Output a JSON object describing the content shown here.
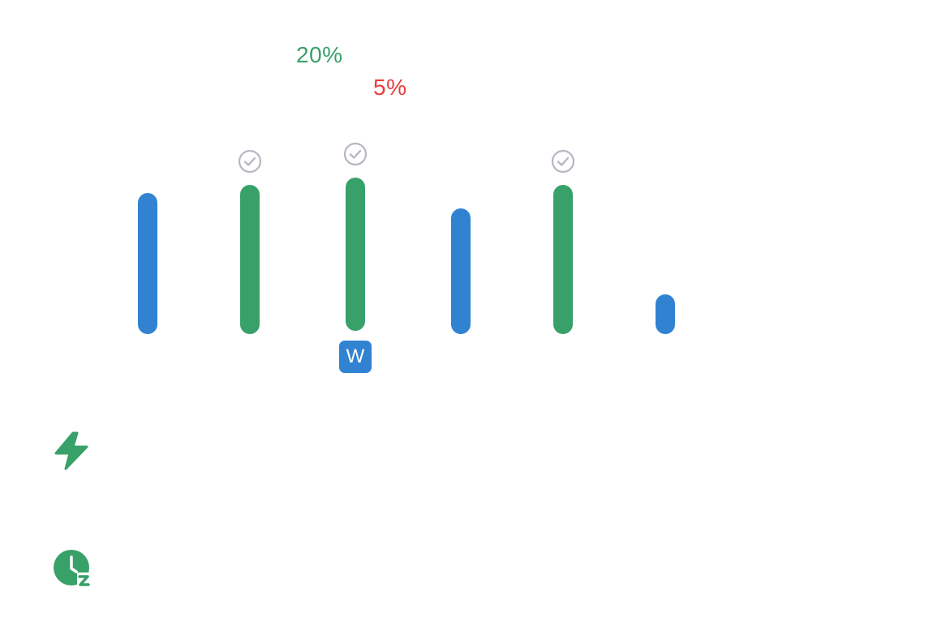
{
  "stats": {
    "positive_change": "20%",
    "negative_change": "5%"
  },
  "day_bars": [
    {
      "value": 0.82,
      "status": "default",
      "completed": false
    },
    {
      "value": 0.87,
      "status": "complete",
      "completed": true
    },
    {
      "value": 0.89,
      "status": "complete",
      "completed": true
    },
    {
      "value": 0.73,
      "status": "default",
      "completed": false
    },
    {
      "value": 0.87,
      "status": "complete",
      "completed": true
    },
    {
      "value": 0.23,
      "status": "default",
      "completed": false
    }
  ],
  "selected_day_badge": "W",
  "icons": {
    "energy": "lightning-bolt-icon",
    "snooze": "snooze-clock-icon",
    "check": "check-circle-icon"
  },
  "colors": {
    "blue": "#3183d2",
    "green": "#38a169",
    "red": "#e53e3e",
    "check_gray": "#b7b7c4"
  }
}
